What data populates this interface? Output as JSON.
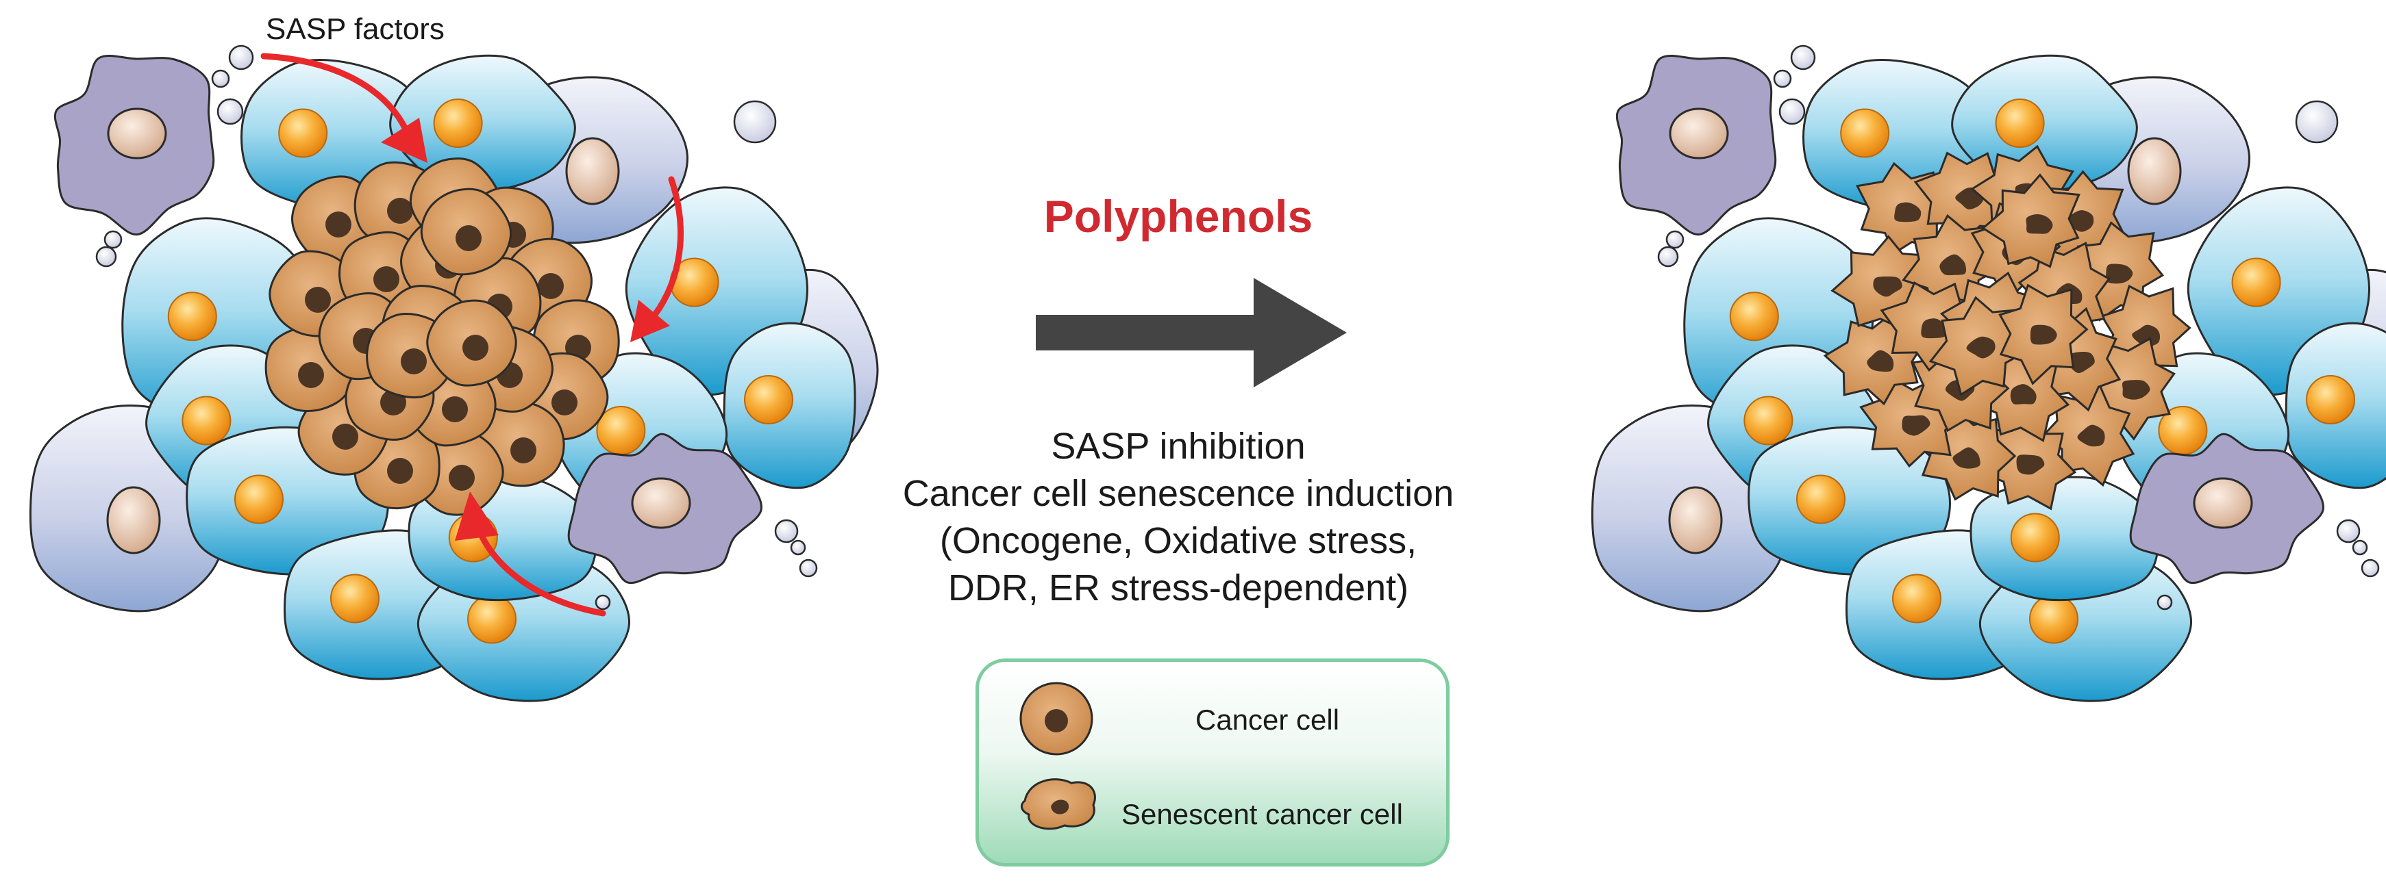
{
  "diagram": {
    "sasp_label": "SASP factors",
    "treatment_label": "Polyphenols",
    "effects": [
      "SASP inhibition",
      "Cancer cell senescence induction",
      "(Oncogene, Oxidative stress,",
      "DDR, ER stress-dependent)"
    ],
    "legend": {
      "items": [
        {
          "label": "Cancer cell",
          "icon": "cancer-cell-icon"
        },
        {
          "label": "Senescent cancer cell",
          "icon": "senescent-cancer-cell-icon"
        }
      ]
    }
  },
  "colors": {
    "treatment_label": "#d02a30",
    "arrow": "#444444",
    "curved_arrows": "#e8282b",
    "cancer_cell": "#d89d64",
    "cancer_nucleus": "#4d3524",
    "epithelial_top": "#e9f6fb",
    "epithelial_bottom": "#1f9fd0",
    "epithelial_nucleus": "#f39c1b",
    "stromal_cell": "#a9a3c7",
    "legend_border": "#7fcc9e",
    "legend_fill": "#9fdbb8"
  }
}
